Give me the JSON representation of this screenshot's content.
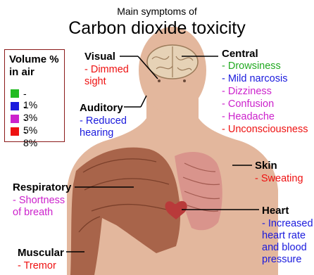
{
  "title": {
    "small": "Main symptoms of",
    "main": "Carbon dioxide toxicity"
  },
  "legend": {
    "title_line1": "Volume %",
    "title_line2": "in air",
    "entries": [
      {
        "label": "- 1%",
        "color": "#22bb22"
      },
      {
        "label": "- 3%",
        "color": "#1a1add"
      },
      {
        "label": "- 5%",
        "color": "#cc22cc"
      },
      {
        "label": "- 8%",
        "color": "#ee1111"
      }
    ]
  },
  "colors": {
    "skin": "#e3b79d",
    "muscle": "#a8644a",
    "text": "#000000"
  },
  "groups": {
    "visual": {
      "heading": "Visual",
      "items": [
        {
          "text": "- Dimmed",
          "color": "#ee1111"
        },
        {
          "text": "sight",
          "color": "#ee1111"
        }
      ]
    },
    "auditory": {
      "heading": "Auditory",
      "items": [
        {
          "text": "- Reduced",
          "color": "#1a1add"
        },
        {
          "text": "hearing",
          "color": "#1a1add"
        }
      ]
    },
    "central": {
      "heading": "Central",
      "items": [
        {
          "text": "- Drowsiness",
          "color": "#22aa22"
        },
        {
          "text": "- Mild narcosis",
          "color": "#1a1add"
        },
        {
          "text": "- Dizziness",
          "color": "#cc22cc"
        },
        {
          "text": "- Confusion",
          "color": "#cc22cc"
        },
        {
          "text": "- Headache",
          "color": "#cc22cc"
        },
        {
          "text": "- Unconsciousness",
          "color": "#ee1111"
        }
      ]
    },
    "skin": {
      "heading": "Skin",
      "items": [
        {
          "text": "- Sweating",
          "color": "#ee1111"
        }
      ]
    },
    "respiratory": {
      "heading": "Respiratory",
      "items": [
        {
          "text": "- Shortness",
          "color": "#cc22cc"
        },
        {
          "text": "of breath",
          "color": "#cc22cc"
        }
      ]
    },
    "heart": {
      "heading": "Heart",
      "items": [
        {
          "text": "- Increased",
          "color": "#1a1add"
        },
        {
          "text": "heart rate",
          "color": "#1a1add"
        },
        {
          "text": "and blood",
          "color": "#1a1add"
        },
        {
          "text": "pressure",
          "color": "#1a1add"
        }
      ]
    },
    "muscular": {
      "heading": "Muscular",
      "items": [
        {
          "text": "- Tremor",
          "color": "#ee1111"
        }
      ]
    }
  }
}
